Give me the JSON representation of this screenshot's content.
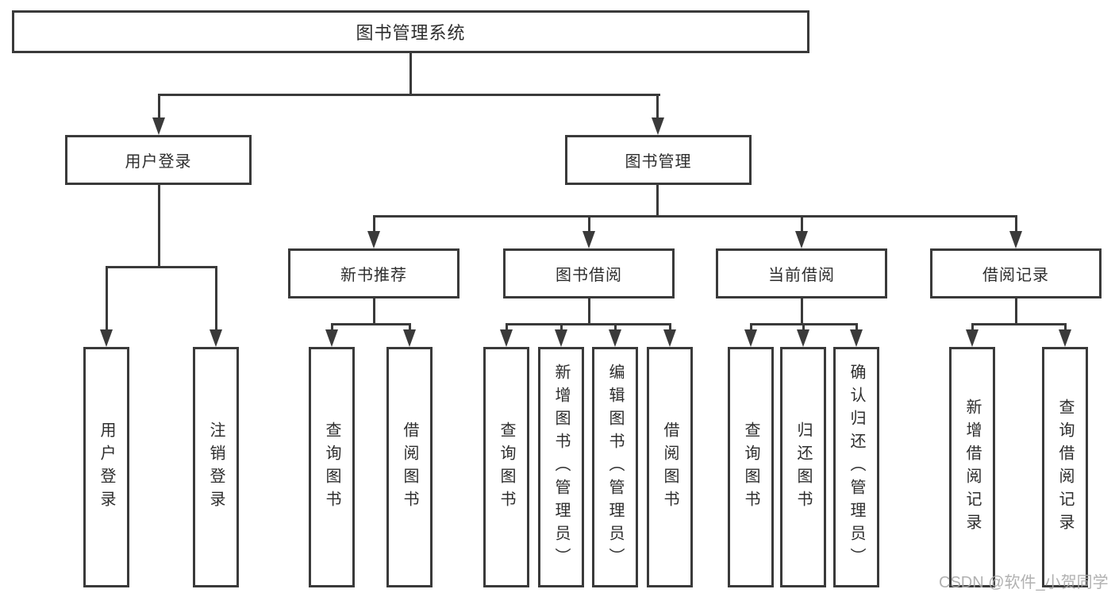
{
  "tree": {
    "root": {
      "label": "图书管理系统",
      "children": [
        {
          "label": "用户登录",
          "children": [
            {
              "label": "用户登录"
            },
            {
              "label": "注销登录"
            }
          ]
        },
        {
          "label": "图书管理",
          "children": [
            {
              "label": "新书推荐",
              "children": [
                {
                  "label": "查询图书"
                },
                {
                  "label": "借阅图书"
                }
              ]
            },
            {
              "label": "图书借阅",
              "children": [
                {
                  "label": "查询图书"
                },
                {
                  "label": "新增图书（管理员）"
                },
                {
                  "label": "编辑图书（管理员）"
                },
                {
                  "label": "借阅图书"
                }
              ]
            },
            {
              "label": "当前借阅",
              "children": [
                {
                  "label": "查询图书"
                },
                {
                  "label": "归还图书"
                },
                {
                  "label": "确认归还（管理员）"
                }
              ]
            },
            {
              "label": "借阅记录",
              "children": [
                {
                  "label": "新增借阅记录"
                },
                {
                  "label": "查询借阅记录"
                }
              ]
            }
          ]
        }
      ]
    }
  },
  "watermark": {
    "text": "CSDN @软件_小贺同学"
  },
  "colors": {
    "line": "#3a3a3a",
    "text": "#2d2d2d",
    "background": "#ffffff",
    "watermark": "#a9a9a9"
  }
}
